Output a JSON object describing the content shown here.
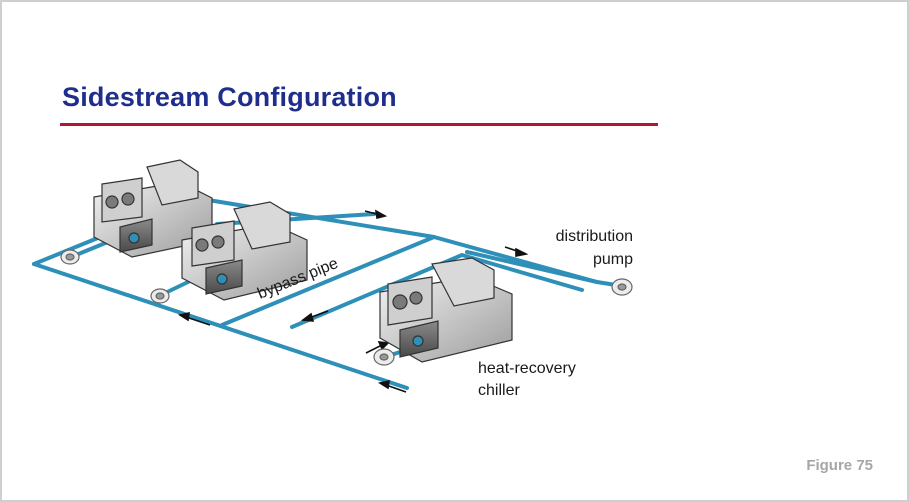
{
  "slide": {
    "title": "Sidestream Configuration",
    "figure_label": "Figure 75"
  },
  "diagram": {
    "labels": {
      "distribution_line1": "distribution",
      "distribution_line2": "pump",
      "bypass": "bypass pipe",
      "heat_recovery_line1": "heat-recovery",
      "heat_recovery_line2": "chiller"
    }
  },
  "colors": {
    "title": "#1f2e8c",
    "title_rule": "#b01732",
    "pipe": "#2e90b8",
    "figure_label": "#a6a6a6"
  }
}
